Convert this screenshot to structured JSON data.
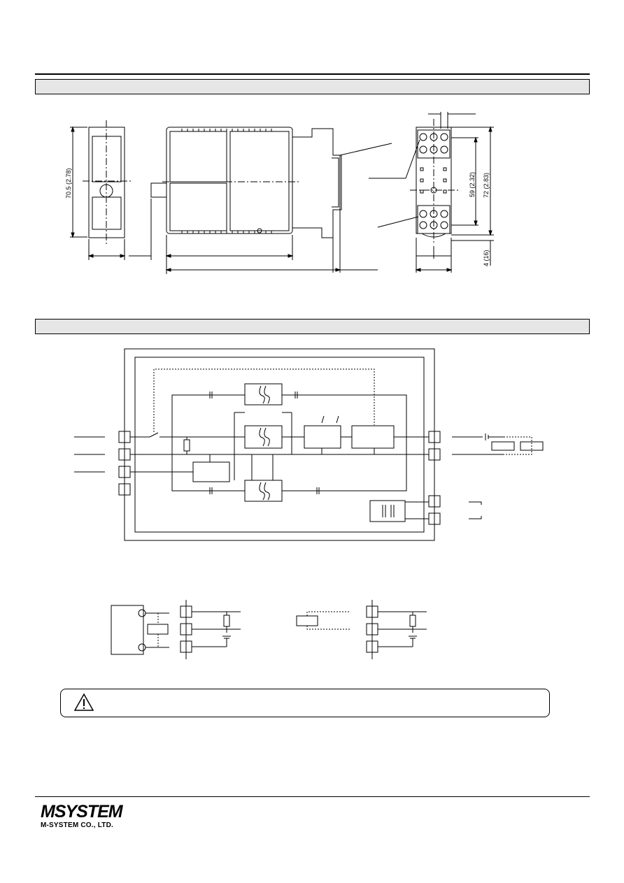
{
  "dimensions": {
    "height_front": "70.5 (2.78)",
    "dim_59": "59 (2.32)",
    "dim_72": "72 (2.83)",
    "dim_4": "4 (16)"
  },
  "branding": {
    "logo_word": "MSYSTEM",
    "company_name": "M-SYSTEM CO., LTD."
  }
}
